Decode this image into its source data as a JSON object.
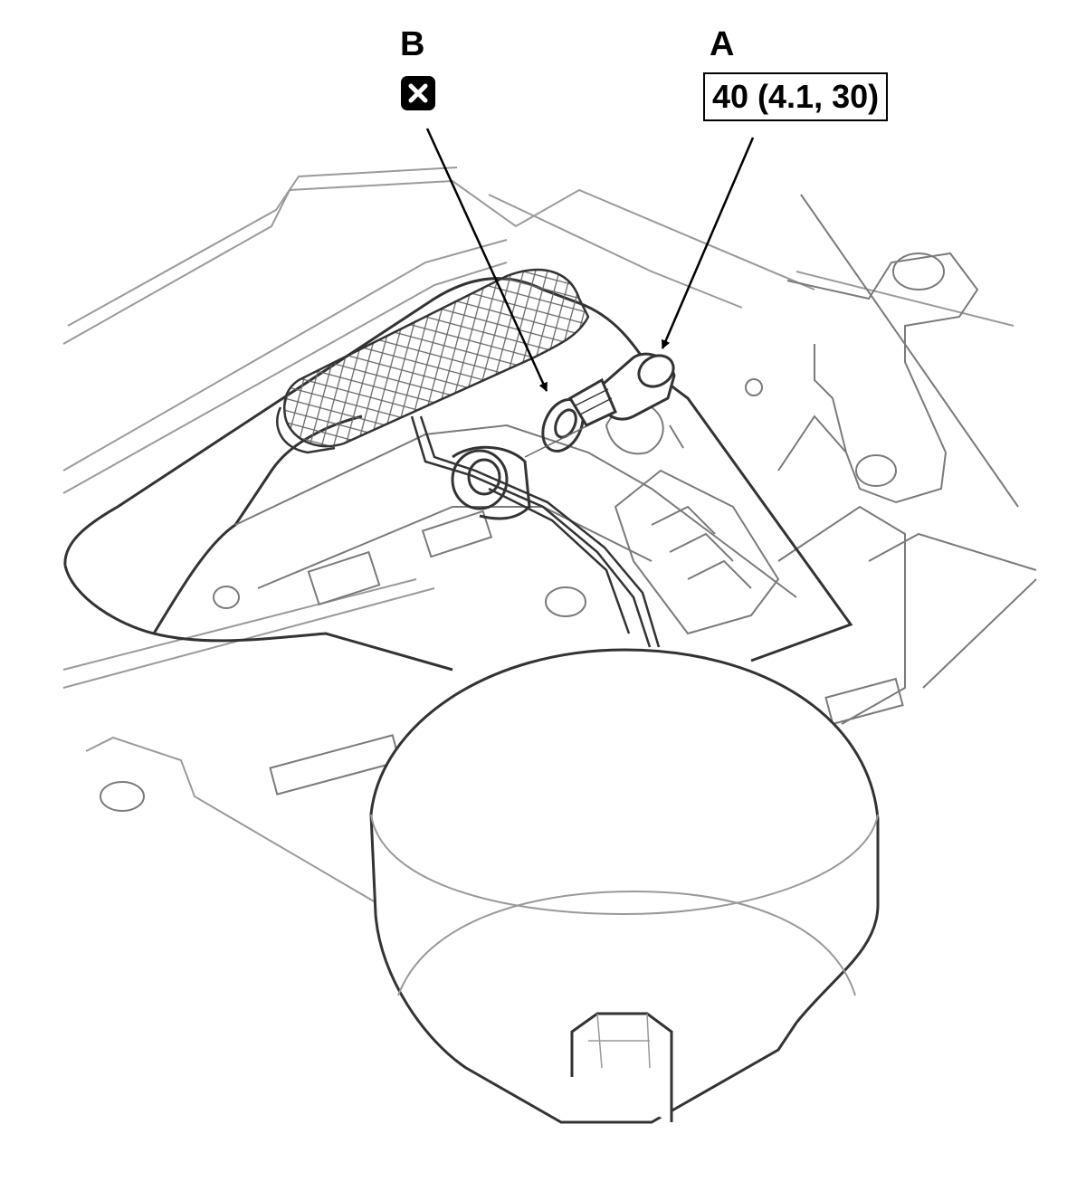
{
  "callouts": {
    "washer": {
      "letter": "B",
      "note_icon": "replace-part-icon"
    },
    "drain_bolt": {
      "letter": "A",
      "torque": "40 (4.1, 30)"
    }
  },
  "colors": {
    "line_art": "#555555",
    "callout": "#000000",
    "background": "#ffffff"
  }
}
